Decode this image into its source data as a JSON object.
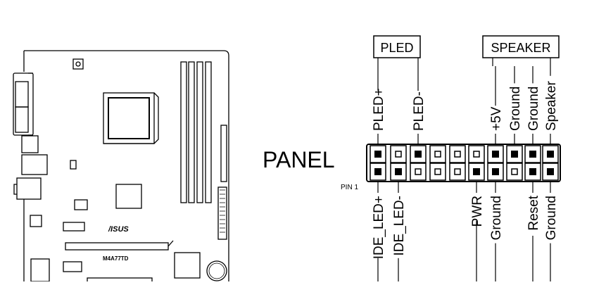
{
  "board": {
    "logo": "/ISUS",
    "model": "M4A77TD"
  },
  "panel": {
    "title": "PANEL",
    "pin1_label": "PIN 1"
  },
  "groups": {
    "pled": "PLED",
    "speaker": "SPEAKER"
  },
  "top_signals": [
    "PLED+",
    "PLED-",
    "+5V",
    "Ground",
    "Ground",
    "Speaker"
  ],
  "bottom_signals": [
    "IDE_LED+",
    "IDE_LED-",
    "PWR",
    "Ground",
    "Reset",
    "Ground"
  ],
  "colors": {
    "ink": "#000000",
    "paper": "#ffffff"
  }
}
